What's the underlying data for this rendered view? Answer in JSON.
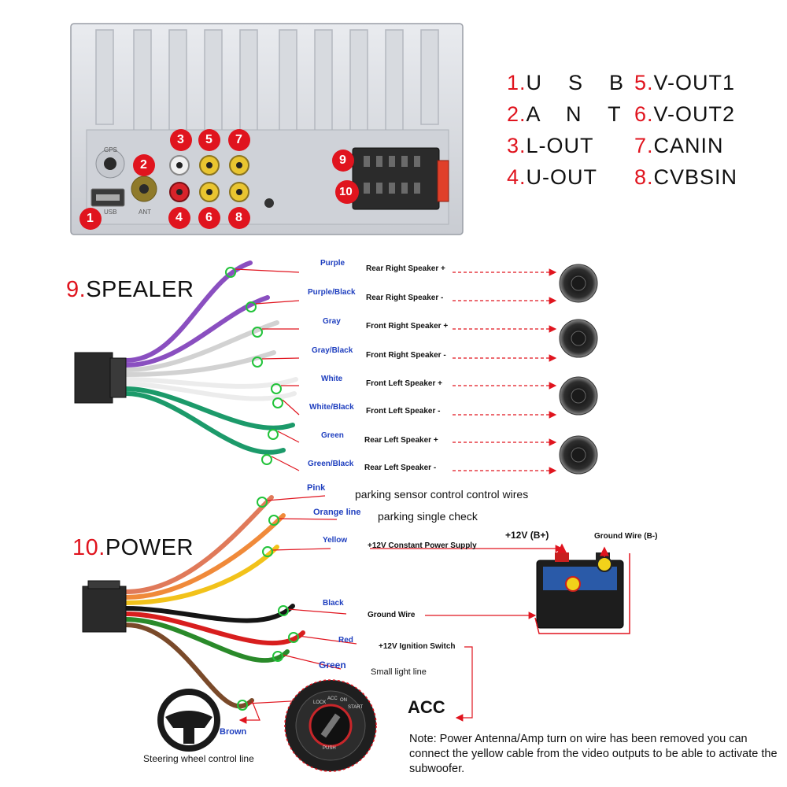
{
  "colors": {
    "accent_red": "#e0141e",
    "wire_label_blue": "#1f3fbf",
    "highlight_green": "#22c33a",
    "text": "#111111"
  },
  "legend": [
    {
      "num": "1.",
      "label": "U  S  B"
    },
    {
      "num": "2.",
      "label": "A  N  T"
    },
    {
      "num": "3.",
      "label": "L-OUT"
    },
    {
      "num": "4.",
      "label": "U-OUT"
    },
    {
      "num": "5.",
      "label": "V-OUT1"
    },
    {
      "num": "6.",
      "label": "V-OUT2"
    },
    {
      "num": "7.",
      "label": "CANIN"
    },
    {
      "num": "8.",
      "label": "CVBSIN"
    }
  ],
  "panel": {
    "usb_port_label": "USB",
    "gps_label": "GPS",
    "ant_label": "ANT",
    "markers": [
      "1",
      "2",
      "3",
      "4",
      "5",
      "6",
      "7",
      "8",
      "9",
      "10"
    ]
  },
  "speaker_section": {
    "num": "9.",
    "title": "SPEALER",
    "wires": [
      {
        "color_name": "Purple",
        "function": "Rear Right Speaker +",
        "stroke": "#8a4fc0"
      },
      {
        "color_name": "Purple/Black",
        "function": "Rear Right Speaker -",
        "stroke": "#8a4fc0"
      },
      {
        "color_name": "Gray",
        "function": "Front Right Speaker +",
        "stroke": "#d2d2d2"
      },
      {
        "color_name": "Gray/Black",
        "function": "Front Right Speaker -",
        "stroke": "#d2d2d2"
      },
      {
        "color_name": "White",
        "function": "Front Left Speaker +",
        "stroke": "#ececec"
      },
      {
        "color_name": "White/Black",
        "function": "Front Left Speaker -",
        "stroke": "#ececec"
      },
      {
        "color_name": "Green",
        "function": "Rear Left Speaker +",
        "stroke": "#1c9a6a"
      },
      {
        "color_name": "Green/Black",
        "function": "Rear Left Speaker -",
        "stroke": "#1c9a6a"
      }
    ]
  },
  "power_section": {
    "num": "10.",
    "title": "POWER",
    "wires": [
      {
        "color_name": "Pink",
        "function": "parking sensor control control wires",
        "stroke": "#e07a5a"
      },
      {
        "color_name": "Orange line",
        "function": "parking single check",
        "stroke": "#f08a3a"
      },
      {
        "color_name": "Yellow",
        "function": "+12V Constant Power Supply",
        "stroke": "#f2c21a"
      },
      {
        "color_name": "Black",
        "function": "Ground Wire",
        "stroke": "#151515"
      },
      {
        "color_name": "Red",
        "function": "+12V  Ignition Switch",
        "stroke": "#d81e1e"
      },
      {
        "color_name": "Green",
        "function": "Small light line",
        "stroke": "#2a8a2a"
      },
      {
        "color_name": "Brown",
        "function": "Steering wheel control line",
        "stroke": "#7a4a2a"
      }
    ],
    "battery_positive": "+12V  (B+)",
    "battery_ground": "Ground Wire (B-)",
    "acc_label": "ACC",
    "ignition_words": [
      "LOCK",
      "ACC",
      "ON",
      "START",
      "PUSH"
    ]
  },
  "note": "Note: Power Antenna/Amp turn on wire has been removed you can connect the yellow cable from the video outputs to be able to activate the subwoofer."
}
